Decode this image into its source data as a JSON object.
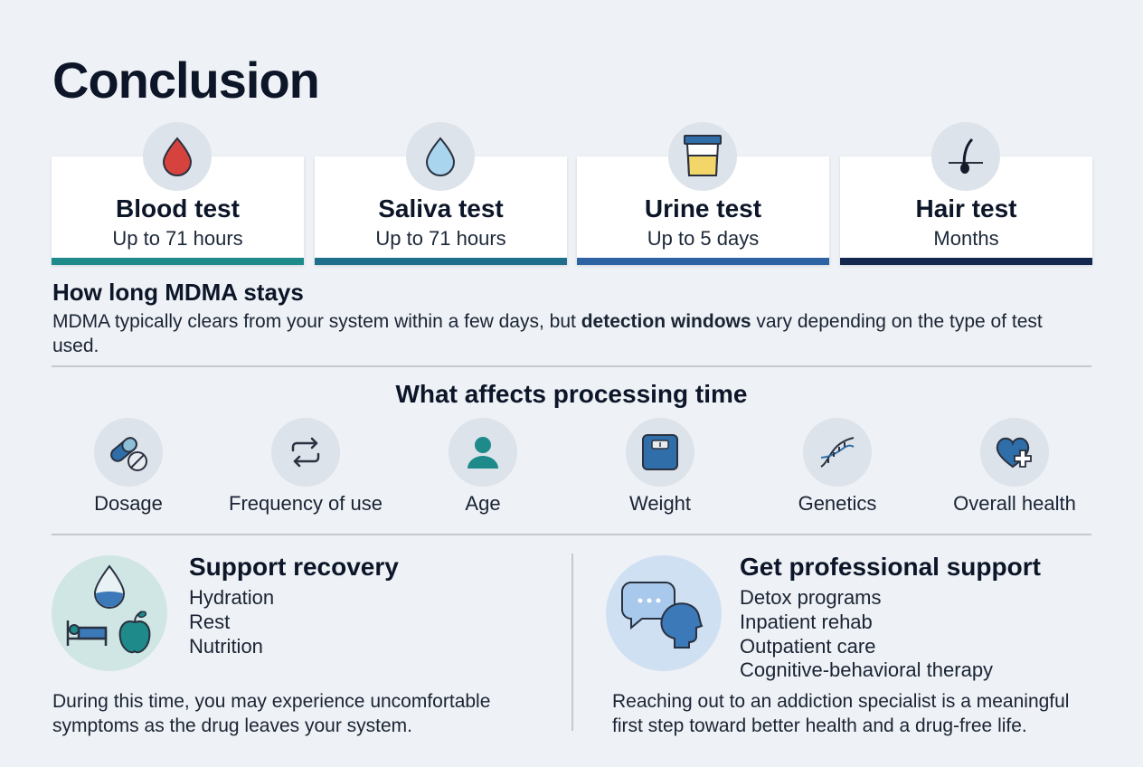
{
  "page": {
    "title": "Conclusion"
  },
  "tests": [
    {
      "title": "Blood test",
      "subtitle": "Up to 71 hours",
      "icon": "blood-drop-icon",
      "bar_color": "#1e8a8a"
    },
    {
      "title": "Saliva test",
      "subtitle": "Up to 71 hours",
      "icon": "saliva-drop-icon",
      "bar_color": "#1f6e8c"
    },
    {
      "title": "Urine test",
      "subtitle": "Up to 5 days",
      "icon": "urine-cup-icon",
      "bar_color": "#2e63a3"
    },
    {
      "title": "Hair test",
      "subtitle": "Months",
      "icon": "hair-follicle-icon",
      "bar_color": "#14284f"
    }
  ],
  "stays": {
    "heading": "How long MDMA stays",
    "text_before": "MDMA typically clears from your system within a few days, but ",
    "text_bold": "detection windows",
    "text_after": " vary depending on the type of test used."
  },
  "factors": {
    "heading": "What affects processing time",
    "items": [
      {
        "label": "Dosage",
        "icon": "pill-icon"
      },
      {
        "label": "Frequency of use",
        "icon": "repeat-icon"
      },
      {
        "label": "Age",
        "icon": "person-icon"
      },
      {
        "label": "Weight",
        "icon": "scale-icon"
      },
      {
        "label": "Genetics",
        "icon": "dna-icon"
      },
      {
        "label": "Overall health",
        "icon": "heart-plus-icon"
      }
    ]
  },
  "recovery": {
    "heading": "Support recovery",
    "items": [
      "Hydration",
      "Rest",
      "Nutrition"
    ],
    "note": "During this time, you may experience uncomfortable symptoms as the drug leaves your system."
  },
  "professional": {
    "heading": "Get professional support",
    "items": [
      "Detox programs",
      "Inpatient rehab",
      "Outpatient care",
      "Cognitive-behavioral therapy"
    ],
    "note": "Reaching out to an addiction specialist is a meaningful first step toward better health and a drug-free life."
  },
  "colors": {
    "navy": "#0c1628",
    "teal": "#1e8a8a",
    "accent_blue": "#2e63a3"
  }
}
